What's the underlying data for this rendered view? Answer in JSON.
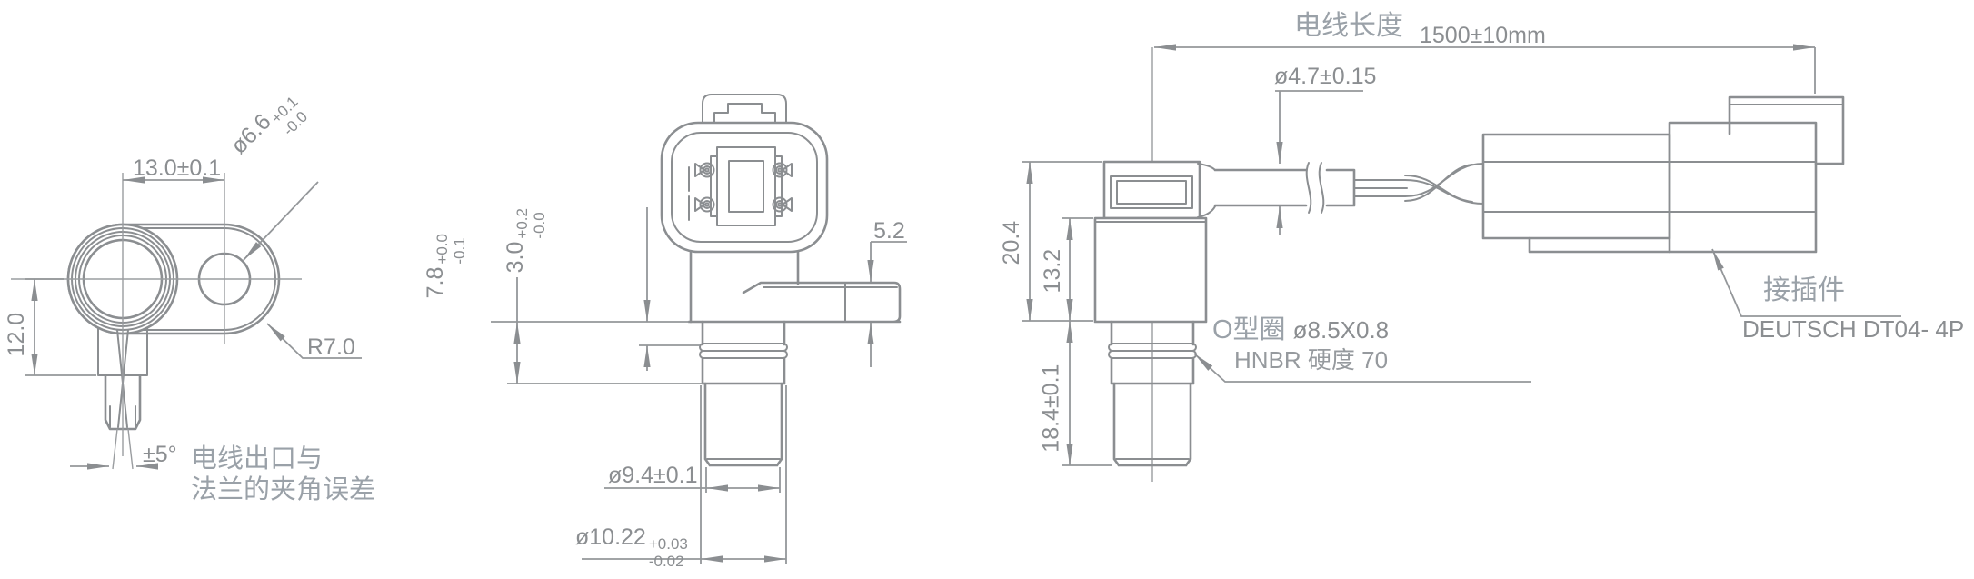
{
  "colors": {
    "line": "#8b8e91",
    "dim_text": "#8b8e91",
    "cjk_text": "#9aa1a8",
    "background": "#ffffff"
  },
  "left_view": {
    "width_dim": "13.0±0.1",
    "hole_dia": {
      "base": "ø6.6",
      "plus": "+0.1",
      "minus": "-0.0"
    },
    "radius": "R7.0",
    "height_dim": "12.0",
    "angle": "±5°",
    "angle_note_line1": "电线出口与",
    "angle_note_line2": "法兰的夹角误差"
  },
  "front_view": {
    "depth_dim": {
      "base": "7.8",
      "plus": "+0.0",
      "minus": "-0.1"
    },
    "oring_pos_dim": {
      "base": "3.0",
      "plus": "+0.2",
      "minus": "-0.0"
    },
    "flange_thickness": "5.2",
    "probe_dia": "ø9.4±0.1",
    "seat_dia": {
      "base": "ø10.22",
      "plus": "+0.03",
      "minus": "-0.02"
    }
  },
  "side_view": {
    "cable_length_label": "电线长度",
    "cable_length_value": "1500±10mm",
    "cable_dia": "ø4.7±0.15",
    "total_height": "20.4",
    "body_height": "13.2",
    "probe_length": "18.4±0.1",
    "oring_label": "O型圈",
    "oring_size": "ø8.5X0.8",
    "oring_material": "HNBR 硬度 70",
    "connector_label": "接插件",
    "connector_part": "DEUTSCH DT04- 4P"
  }
}
